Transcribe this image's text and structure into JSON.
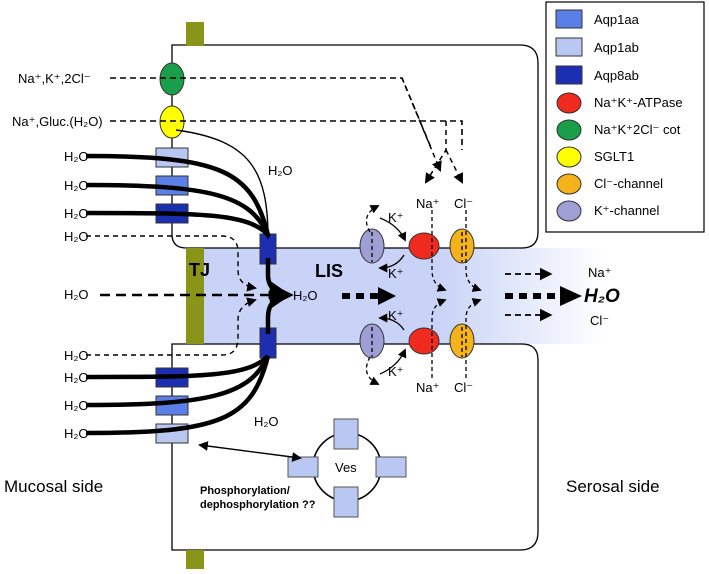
{
  "legend": {
    "items": [
      {
        "label": "Aqp1aa",
        "icon": "aqp1aa-rect",
        "color": "#5b7fe6"
      },
      {
        "label": "Aqp1ab",
        "icon": "aqp1ab-rect",
        "color": "#b9c8f3"
      },
      {
        "label": "Aqp8ab",
        "icon": "aqp8ab-rect",
        "color": "#1c2fb3"
      },
      {
        "label": "Na⁺K⁺-ATPase",
        "icon": "atpase-ellipse",
        "color": "#ee2b1e"
      },
      {
        "label": "Na⁺K⁺2Cl⁻ cot",
        "icon": "nkcc-ellipse",
        "color": "#1a9e4a"
      },
      {
        "label": "SGLT1",
        "icon": "sglt1-ellipse",
        "color": "#ffff00"
      },
      {
        "label": "Cl⁻-channel",
        "icon": "cl-channel-ellipse",
        "color": "#f4b31a"
      },
      {
        "label": "K⁺-channel",
        "icon": "k-channel-ellipse",
        "color": "#9f9fd6"
      }
    ]
  },
  "labels": {
    "apical_nkcc": "Na⁺,K⁺,2Cl⁻",
    "apical_sglt": "Na⁺,Gluc.(H₂O)",
    "tj": "TJ",
    "lis": "LIS",
    "h2o": "H₂O",
    "na_plus": "Na⁺",
    "cl_minus": "Cl⁻",
    "k_plus": "K⁺",
    "ves": "Ves",
    "phospho_line1": "Phosphorylation/",
    "phospho_line2": "dephosphorylation ??",
    "mucosal": "Mucosal side",
    "serosal": "Serosal side",
    "serosal_na": "Na⁺",
    "serosal_h2o": "H₂O",
    "serosal_cl": "Cl⁻"
  }
}
